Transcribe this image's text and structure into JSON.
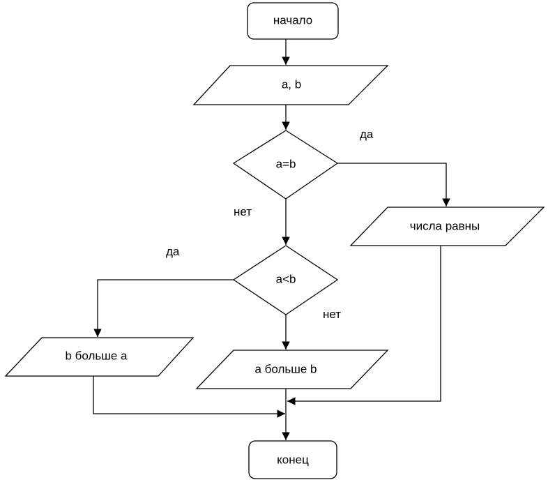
{
  "nodes": {
    "start": "начало",
    "input": "a, b",
    "decision1": "a=b",
    "equal_output": "числа равны",
    "decision2": "a<b",
    "b_greater_output": "b больше a",
    "a_greater_output": "a больше b",
    "end": "конец"
  },
  "branches": {
    "decision1_yes": "да",
    "decision1_no": "нет",
    "decision2_yes": "да",
    "decision2_no": "нет"
  },
  "colors": {
    "stroke": "#000000",
    "background": "#ffffff"
  }
}
